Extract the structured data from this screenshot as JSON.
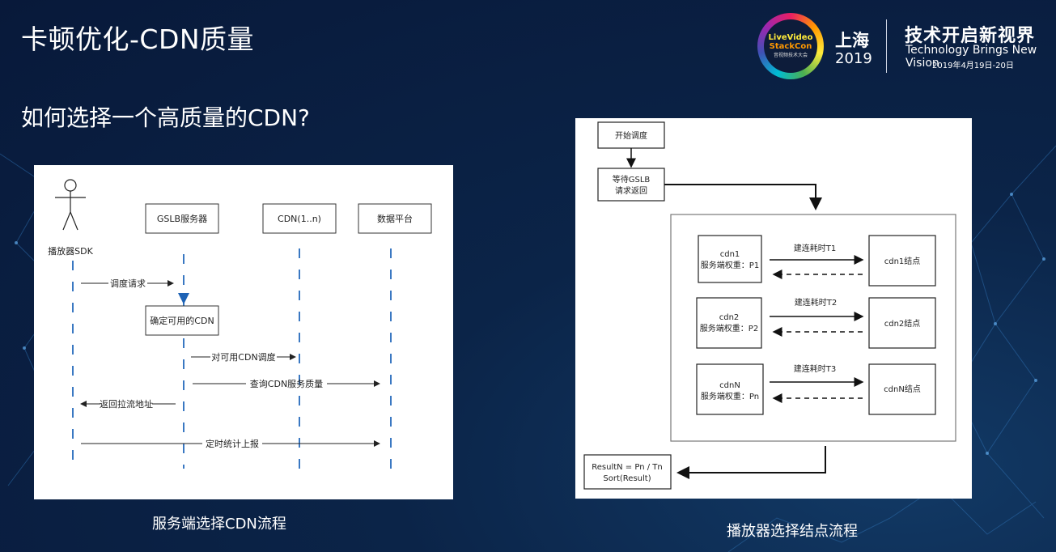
{
  "slide": {
    "title": "卡顿优化-CDN质量",
    "subtitle": "如何选择一个高质量的CDN?"
  },
  "brand": {
    "logo_line1": "LiveVideo",
    "logo_line2": "StackCon",
    "logo_line3": "音视频技术大会",
    "city": "上海",
    "year": "2019",
    "slogan_cn": "技术开启新视界",
    "slogan_en": "Technology Brings New Vision",
    "date": "2019年4月19日-20日"
  },
  "left_diagram": {
    "caption": "服务端选择CDN流程",
    "actor_label": "播放器SDK",
    "participants": [
      "GSLB服务器",
      "CDN(1..n)",
      "数据平台"
    ],
    "process_box": "确定可用的CDN",
    "messages": [
      "调度请求",
      "对可用CDN调度",
      "查询CDN服务质量",
      "返回拉流地址",
      "定时统计上报"
    ]
  },
  "right_diagram": {
    "caption": "播放器选择结点流程",
    "start_box": "开始调度",
    "wait_box_line1": "等待GSLB",
    "wait_box_line2": "请求返回",
    "rows": [
      {
        "cdn": "cdn1",
        "weight": "服务端权重：P1",
        "label": "建连耗时T1",
        "node": "cdn1结点"
      },
      {
        "cdn": "cdn2",
        "weight": "服务端权重：P2",
        "label": "建连耗时T2",
        "node": "cdn2结点"
      },
      {
        "cdn": "cdnN",
        "weight": "服务端权重：Pn",
        "label": "建连耗时T3",
        "node": "cdnN结点"
      }
    ],
    "result_line1": "ResultN = Pn / Tn",
    "result_line2": "Sort(Result)"
  }
}
